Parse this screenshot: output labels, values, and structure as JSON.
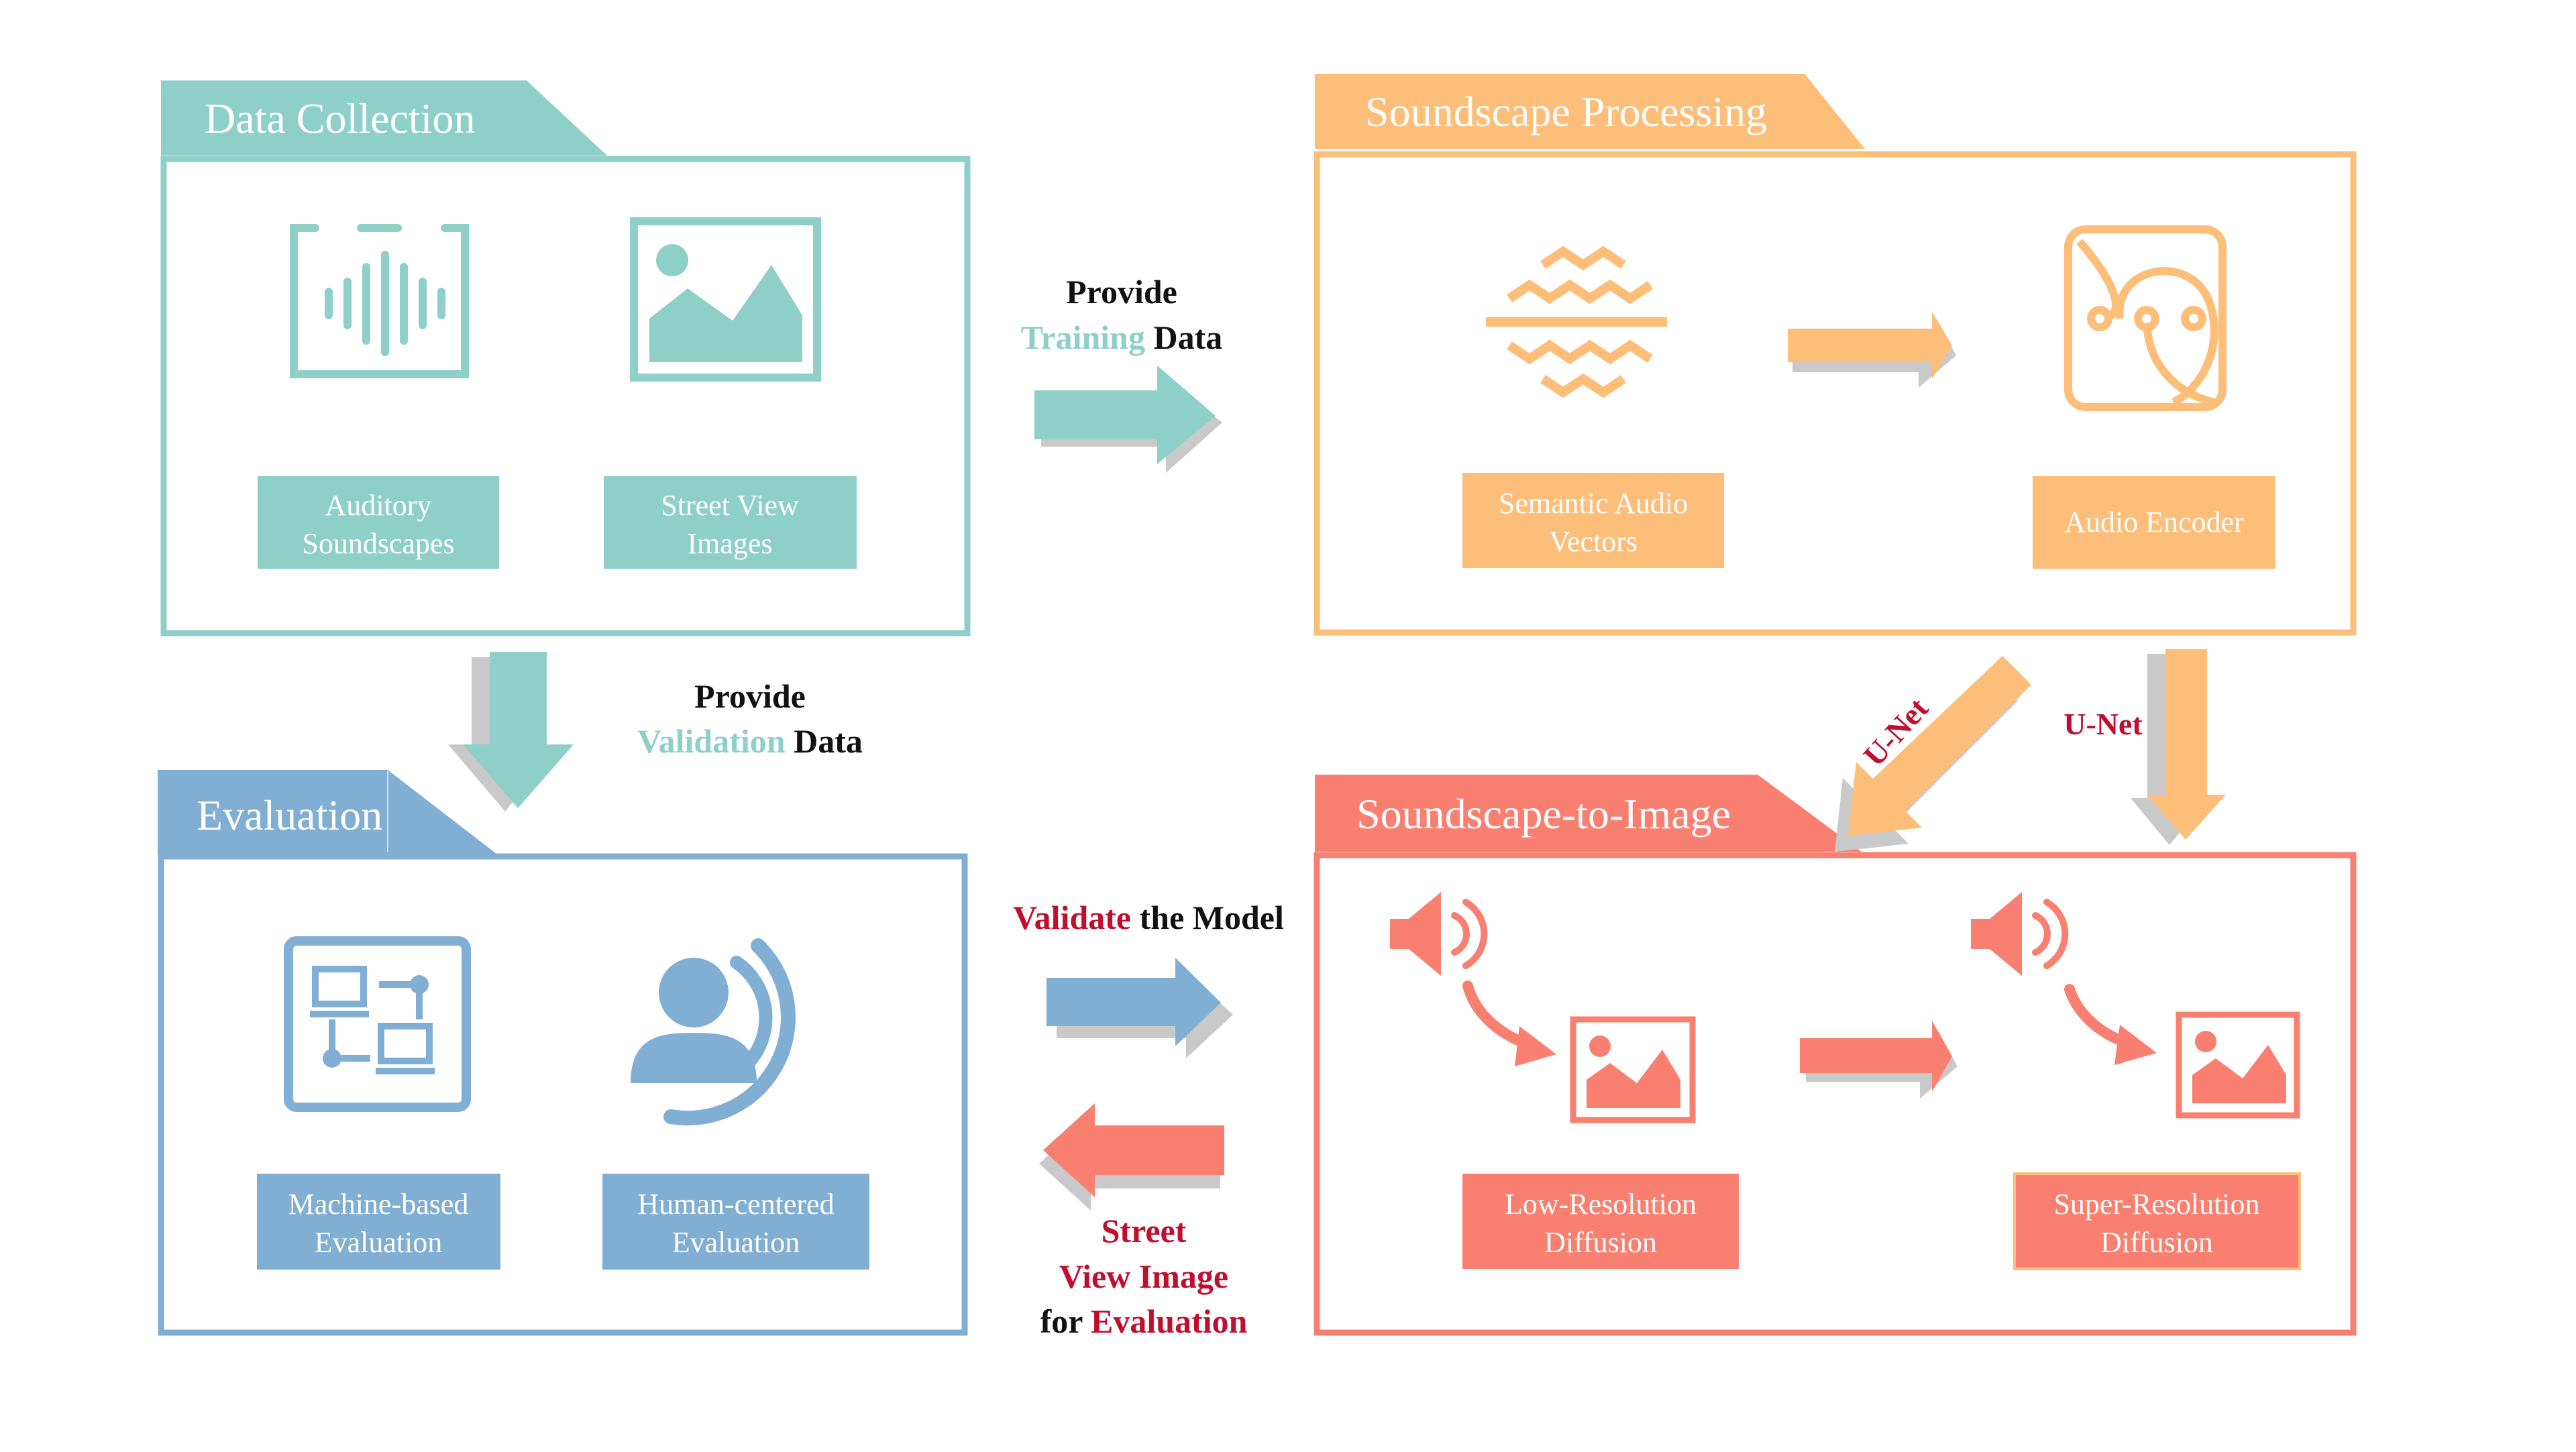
{
  "colors": {
    "teal": "#8ECFC8",
    "orange": "#FDBE7A",
    "blue": "#81AED3",
    "coral": "#F97F71",
    "red_text": "#C00F2E",
    "black_text": "#111111",
    "white": "#FFFFFF"
  },
  "panels": {
    "data_collection": {
      "title": "Data Collection",
      "items": [
        {
          "label_lines": [
            "Auditory",
            "Soundscapes"
          ],
          "icon": "waveform-icon"
        },
        {
          "label_lines": [
            "Street View",
            "Images"
          ],
          "icon": "image-icon"
        }
      ]
    },
    "soundscape_processing": {
      "title": "Soundscape Processing",
      "items": [
        {
          "label_lines": [
            "Semantic Audio",
            "Vectors"
          ],
          "icon": "signal-waves-icon"
        },
        {
          "label_lines": [
            "Audio Encoder"
          ],
          "icon": "neural-network-icon"
        }
      ]
    },
    "evaluation": {
      "title": "Evaluation",
      "items": [
        {
          "label_lines": [
            "Machine-based",
            "Evaluation"
          ],
          "icon": "computer-network-icon"
        },
        {
          "label_lines": [
            "Human-centered",
            "Evaluation"
          ],
          "icon": "user-listening-icon"
        }
      ]
    },
    "soundscape_to_image": {
      "title": "Soundscape-to-Image",
      "items": [
        {
          "label_lines": [
            "Low-Resolution",
            "Diffusion"
          ],
          "icon": "speaker-to-image-icon"
        },
        {
          "label_lines": [
            "Super-Resolution",
            "Diffusion"
          ],
          "icon": "speaker-to-image-icon"
        }
      ]
    }
  },
  "connectors": {
    "training": {
      "line1": "Provide",
      "line2_colored": "Training",
      "line2_rest": " Data"
    },
    "validation": {
      "line1": "Provide",
      "line2_colored": "Validation",
      "line2_rest": " Data"
    },
    "validate_model": {
      "colored": "Validate",
      "rest": " the Model"
    },
    "return": {
      "line1": "Street",
      "line2": "View Image",
      "line3_plain": "for ",
      "line3_colored": "Evaluation"
    },
    "unet_left": "U-Net",
    "unet_right": "U-Net"
  }
}
